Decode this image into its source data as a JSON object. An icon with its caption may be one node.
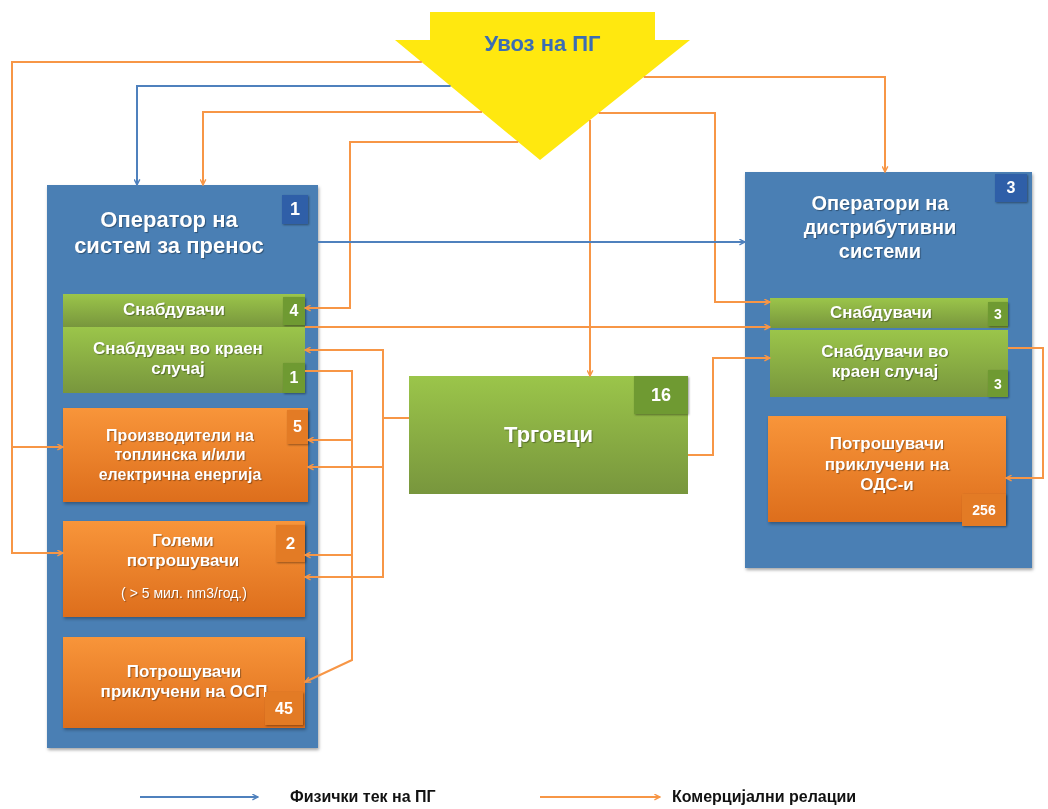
{
  "diagram": {
    "nodes": [
      {
        "text": [
          "Увоз на ПГ"
        ]
      },
      {
        "text": [
          "Оператор на систем за пренос",
          "1"
        ]
      },
      {
        "text": [
          "Снабдувачи",
          "4"
        ],
        "in": 1
      },
      {
        "text": [
          "Снабдувач во краен случај",
          "1"
        ],
        "in": 1
      },
      {
        "text": [
          "Производители на топлинска и/или електрична енергија",
          "5"
        ],
        "in": 1
      },
      {
        "text": [
          "Големи потрошувачи",
          "( > 5 мил. nm3/год.)",
          "2"
        ],
        "in": 1
      },
      {
        "text": [
          "Потрошувачи приклучени на ОСП",
          "45"
        ],
        "in": 1
      },
      {
        "text": [
          "Оператори на дистрибутивни системи",
          "3"
        ]
      },
      {
        "text": [
          "Снабдувачи",
          "3"
        ],
        "in": 7
      },
      {
        "text": [
          "Снабдувачи во краен случај",
          "3"
        ],
        "in": 7
      },
      {
        "text": [
          "Потрошувачи приклучени на ОДС-и",
          "256"
        ],
        "in": 7
      },
      {
        "text": [
          "Трговци",
          "16"
        ]
      }
    ],
    "edges": [
      {
        "from": 0,
        "to": 4,
        "arrow": "to"
      },
      {
        "from": 0,
        "to": 5,
        "arrow": "to"
      },
      {
        "from": 0,
        "to": 1,
        "arrow": "to",
        "color": "#4f81bd"
      },
      {
        "from": 0,
        "to": 1,
        "arrow": "to"
      },
      {
        "from": 0,
        "to": 2,
        "arrow": "to"
      },
      {
        "from": 0,
        "to": 7,
        "arrow": "to"
      },
      {
        "from": 0,
        "to": 8,
        "arrow": "to"
      },
      {
        "from": 0,
        "to": 11,
        "arrow": "to"
      },
      {
        "from": 1,
        "to": 7,
        "arrow": "to",
        "color": "#4f81bd"
      },
      {
        "from": 2,
        "to": 8,
        "arrow": "to"
      },
      {
        "from": 3,
        "to": 4,
        "arrow": "to"
      },
      {
        "from": 3,
        "to": 5,
        "arrow": "to"
      },
      {
        "from": 3,
        "to": 6,
        "arrow": "to"
      },
      {
        "from": 11,
        "to": 3,
        "arrow": "to"
      },
      {
        "from": 11,
        "to": 4,
        "arrow": "to"
      },
      {
        "from": 11,
        "to": 5,
        "arrow": "to"
      },
      {
        "from": 11,
        "to": 9,
        "arrow": "to"
      },
      {
        "from": 9,
        "to": 10,
        "arrow": "to"
      }
    ],
    "legend": [
      {
        "text": "Физички тек на ПГ"
      },
      {
        "text": "Комерцијални релации"
      }
    ]
  }
}
